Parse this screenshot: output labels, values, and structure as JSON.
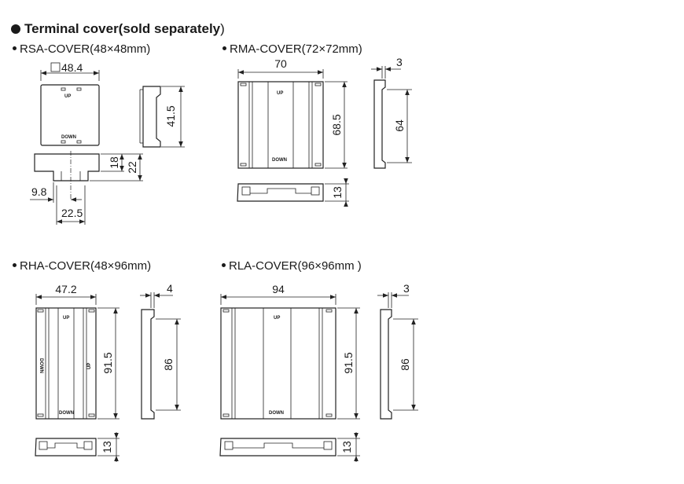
{
  "header": {
    "title": "Terminal cover(sold separately",
    "title_close": ")"
  },
  "sections": {
    "rsa": {
      "label": "RSA-COVER(48×48mm)"
    },
    "rma": {
      "label": "RMA-COVER(72×72mm)"
    },
    "rha": {
      "label": "RHA-COVER(48×96mm)"
    },
    "rla": {
      "label": "RLA-COVER(96×96mm )"
    }
  },
  "marks": {
    "up": "UP",
    "down": "DOWN"
  },
  "dims": {
    "rsa_width": "48.4",
    "rsa_height": "41.5",
    "rsa_bottom_18": "18",
    "rsa_bottom_22": "22",
    "rsa_bottom_9_8": "9.8",
    "rsa_bottom_22_5": "22.5",
    "rma_width": "70",
    "rma_height": "68.5",
    "rma_side_depth": "3",
    "rma_side_height": "64",
    "rma_bottom_13": "13",
    "rha_width": "47.2",
    "rha_height": "91.5",
    "rha_side_depth": "4",
    "rha_side_height": "86",
    "rha_bottom_13": "13",
    "rla_width": "94",
    "rla_height": "91.5",
    "rla_side_depth": "3",
    "rla_side_height": "86",
    "rla_bottom_13": "13"
  }
}
